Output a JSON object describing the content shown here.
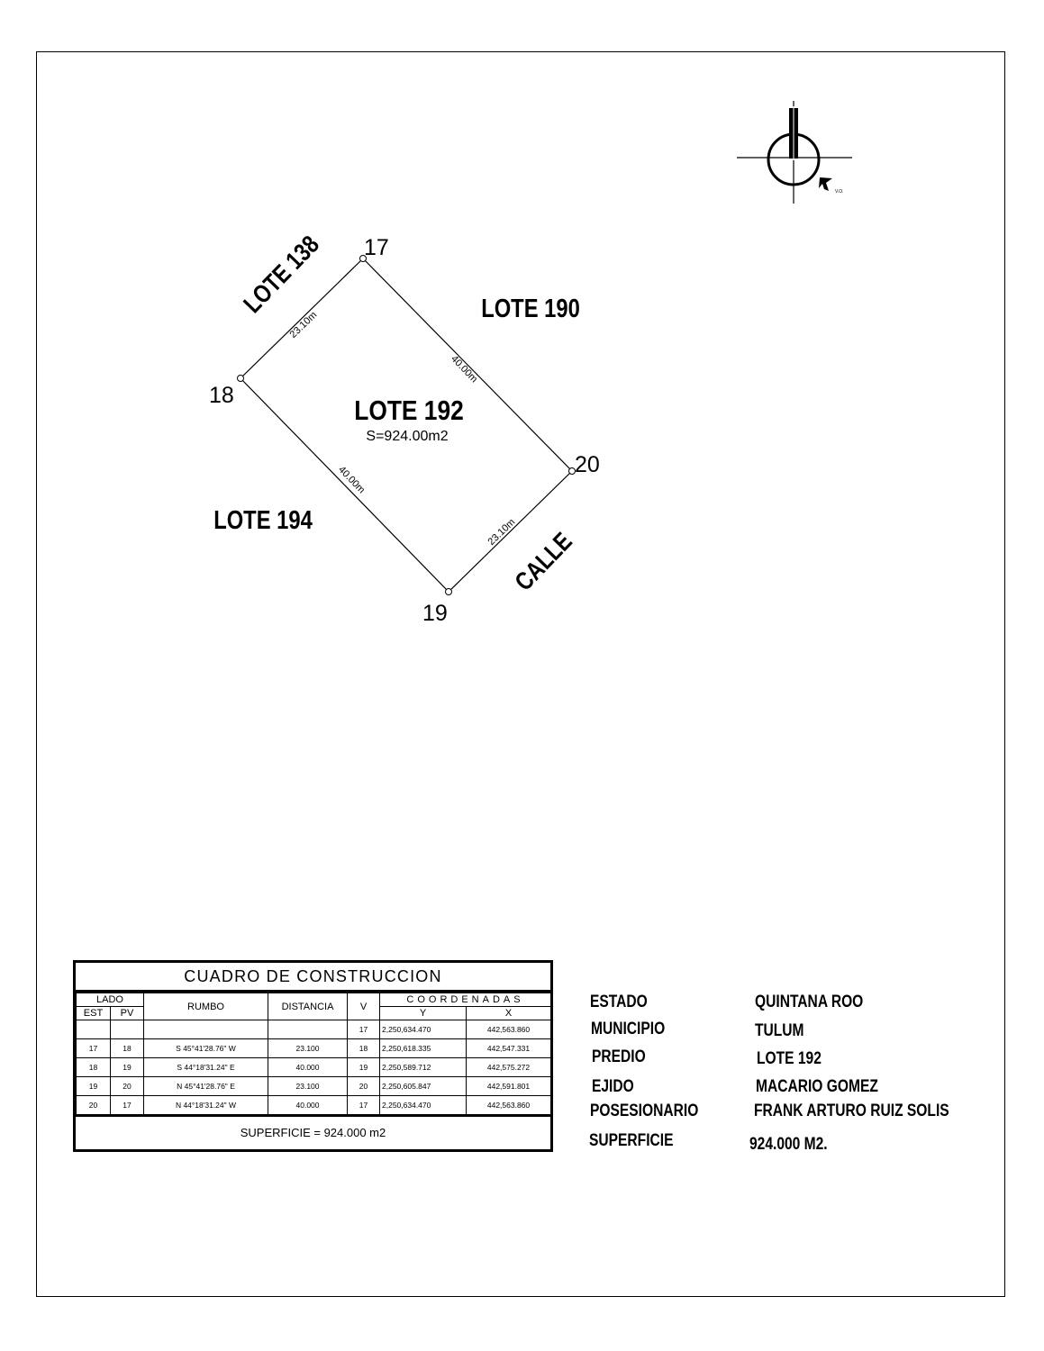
{
  "plan": {
    "vertices": [
      {
        "id": "17",
        "label": "17"
      },
      {
        "id": "18",
        "label": "18"
      },
      {
        "id": "19",
        "label": "19"
      },
      {
        "id": "20",
        "label": "20"
      }
    ],
    "sides": {
      "s17_18": "23.10m",
      "s17_20": "40.00m",
      "s18_19": "40.00m",
      "s19_20": "23.10m"
    },
    "lot_name": "LOTE 192",
    "lot_area": "S=924.00m2",
    "neighbors": {
      "nw": "LOTE 138",
      "ne": "LOTE 190",
      "sw": "LOTE 194",
      "se": "CALLE"
    },
    "north_arrow_note": "V.O."
  },
  "table": {
    "title": "CUADRO DE CONSTRUCCION",
    "headers": {
      "lado": "LADO",
      "est": "EST",
      "pv": "PV",
      "rumbo": "RUMBO",
      "distancia": "DISTANCIA",
      "v": "V",
      "coordenadas": "COORDENADAS",
      "y": "Y",
      "x": "X"
    },
    "first_row": {
      "v": "17",
      "y": "2,250,634.470",
      "x": "442,563.860"
    },
    "rows": [
      {
        "est": "17",
        "pv": "18",
        "rumbo": "S 45°41'28.76\" W",
        "distancia": "23.100",
        "v": "18",
        "y": "2,250,618.335",
        "x": "442,547.331"
      },
      {
        "est": "18",
        "pv": "19",
        "rumbo": "S 44°18'31.24\" E",
        "distancia": "40.000",
        "v": "19",
        "y": "2,250,589.712",
        "x": "442,575.272"
      },
      {
        "est": "19",
        "pv": "20",
        "rumbo": "N 45°41'28.76\" E",
        "distancia": "23.100",
        "v": "20",
        "y": "2,250,605.847",
        "x": "442,591.801"
      },
      {
        "est": "20",
        "pv": "17",
        "rumbo": "N 44°18'31.24\" W",
        "distancia": "40.000",
        "v": "17",
        "y": "2,250,634.470",
        "x": "442,563.860"
      }
    ],
    "superficie": "SUPERFICIE = 924.000 m2"
  },
  "info": {
    "estado_label": "ESTADO",
    "estado_value": "QUINTANA ROO",
    "municipio_label": "MUNICIPIO",
    "municipio_value": "TULUM",
    "predio_label": "PREDIO",
    "predio_value": "LOTE 192",
    "ejido_label": "EJIDO",
    "ejido_value": "MACARIO GOMEZ",
    "posesionario_label": "POSESIONARIO",
    "posesionario_value": "FRANK ARTURO RUIZ SOLIS",
    "superficie_label": "SUPERFICIE",
    "superficie_value": "924.000 M2."
  }
}
